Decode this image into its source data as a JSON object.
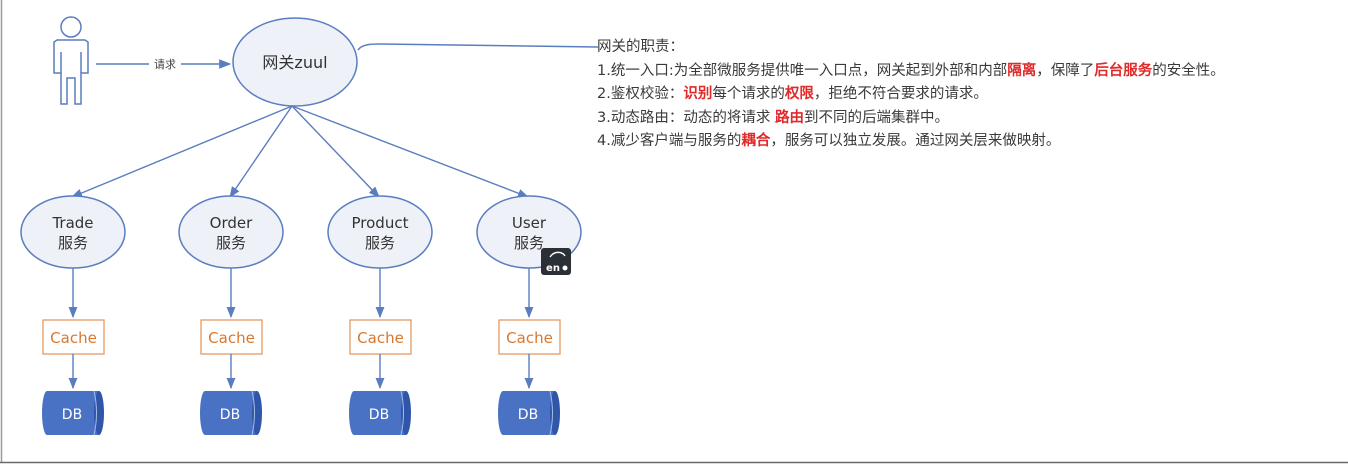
{
  "user": {
    "request_label": "请求"
  },
  "gateway": {
    "label": "网关zuul"
  },
  "services": [
    {
      "name": "Trade",
      "suffix": "服务",
      "cache": "Cache",
      "db": "DB"
    },
    {
      "name": "Order",
      "suffix": "服务",
      "cache": "Cache",
      "db": "DB"
    },
    {
      "name": "Product",
      "suffix": "服务",
      "cache": "Cache",
      "db": "DB"
    },
    {
      "name": "User",
      "suffix": "服务",
      "cache": "Cache",
      "db": "DB"
    }
  ],
  "badge": {
    "text": "en"
  },
  "responsibilities": {
    "title": "网关的职责：",
    "items": [
      {
        "parts": [
          {
            "text": "1.统一入口:为全部微服务提供唯一入口点，网关起到外部和内部"
          },
          {
            "text": "隔离",
            "hl": true
          },
          {
            "text": "，保障了"
          },
          {
            "text": "后台服务",
            "hl": true
          },
          {
            "text": "的安全性。"
          }
        ]
      },
      {
        "parts": [
          {
            "text": "2.鉴权校验："
          },
          {
            "text": "识别",
            "hl": true
          },
          {
            "text": "每个请求的"
          },
          {
            "text": "权限",
            "hl": true
          },
          {
            "text": "，拒绝不符合要求的请求。"
          }
        ]
      },
      {
        "parts": [
          {
            "text": "3.动态路由：动态的将请求 "
          },
          {
            "text": "路由",
            "hl": true
          },
          {
            "text": "到不同的后端集群中。"
          }
        ]
      },
      {
        "parts": [
          {
            "text": "4.减少客户端与服务的"
          },
          {
            "text": "耦合",
            "hl": true
          },
          {
            "text": "，服务可以独立发展。通过网关层来做映射。"
          }
        ]
      }
    ]
  },
  "colors": {
    "line": "#5a7dbf",
    "node_fill": "#eef1f7",
    "cache_border": "#e39a62",
    "cache_text": "#d9772e",
    "db_fill": "#4a72c4",
    "highlight": "#e02a2a",
    "text": "#3a3a3a"
  }
}
